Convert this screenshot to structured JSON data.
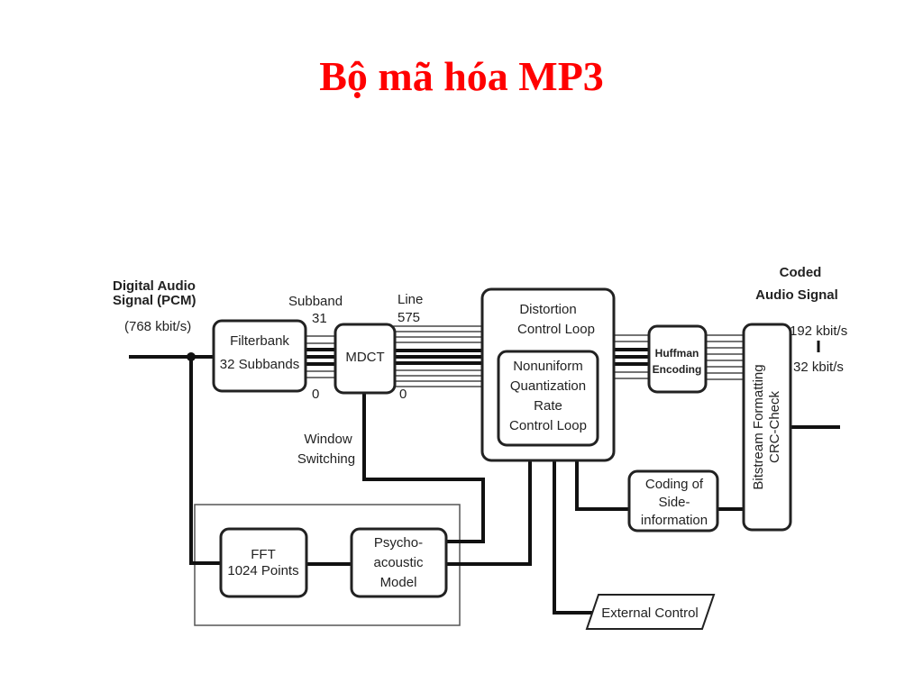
{
  "title": "Bộ mã hóa MP3",
  "diagram": {
    "input": {
      "line1": "Digital Audio",
      "line2": "Signal (PCM)",
      "rate": "(768 kbit/s)"
    },
    "subband": {
      "label": "Subband",
      "top": "31",
      "bottom": "0"
    },
    "line": {
      "label": "Line",
      "top": "575",
      "bottom": "0"
    },
    "filterbank": {
      "line1": "Filterbank",
      "line2": "32 Subbands"
    },
    "mdct": {
      "label": "MDCT"
    },
    "window_switching": {
      "line1": "Window",
      "line2": "Switching"
    },
    "distortion": {
      "line1": "Distortion",
      "line2": "Control Loop"
    },
    "nonuniform": {
      "line1": "Nonuniform",
      "line2": "Quantization",
      "line3": "Rate",
      "line4": "Control Loop"
    },
    "huffman": {
      "line1": "Huffman",
      "line2": "Encoding"
    },
    "bitstream": {
      "line1": "Bitstream Formatting",
      "line2": "CRC-Check"
    },
    "output": {
      "line1": "Coded",
      "line2": "Audio Signal",
      "rate_high": "192 kbit/s",
      "rate_low": "32 kbit/s"
    },
    "side_info": {
      "line1": "Coding of",
      "line2": "Side-",
      "line3": "information"
    },
    "fft": {
      "line1": "FFT",
      "line2": "1024 Points"
    },
    "psycho": {
      "line1": "Psycho-",
      "line2": "acoustic",
      "line3": "Model"
    },
    "external": {
      "label": "External Control"
    }
  }
}
